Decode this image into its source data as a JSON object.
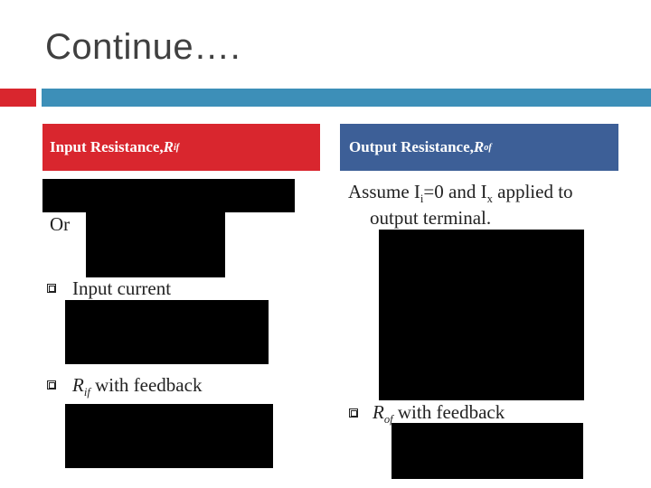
{
  "slide": {
    "title": "Continue….",
    "left_header": {
      "text": "Input Resistance, ",
      "symbol": "R",
      "sub": "if"
    },
    "right_header": {
      "text": "Output Resistance, ",
      "symbol": "R",
      "sub": "of"
    },
    "left": {
      "or_label": "Or",
      "bullet1": "Input current",
      "bullet2_symbol": "R",
      "bullet2_sub": "if",
      "bullet2_rest": " with feedback"
    },
    "right": {
      "assume_a": "Assume I",
      "assume_sub1": "i",
      "assume_b": "=0 and I",
      "assume_sub2": "x",
      "assume_c": " applied to",
      "assume_line2": "output terminal.",
      "bullet_symbol": "R",
      "bullet_sub": "of",
      "bullet_rest": " with feedback"
    },
    "colors": {
      "red": "#d9262e",
      "blue_bar": "#3d8fb8",
      "blue_header": "#3d5f97"
    }
  }
}
